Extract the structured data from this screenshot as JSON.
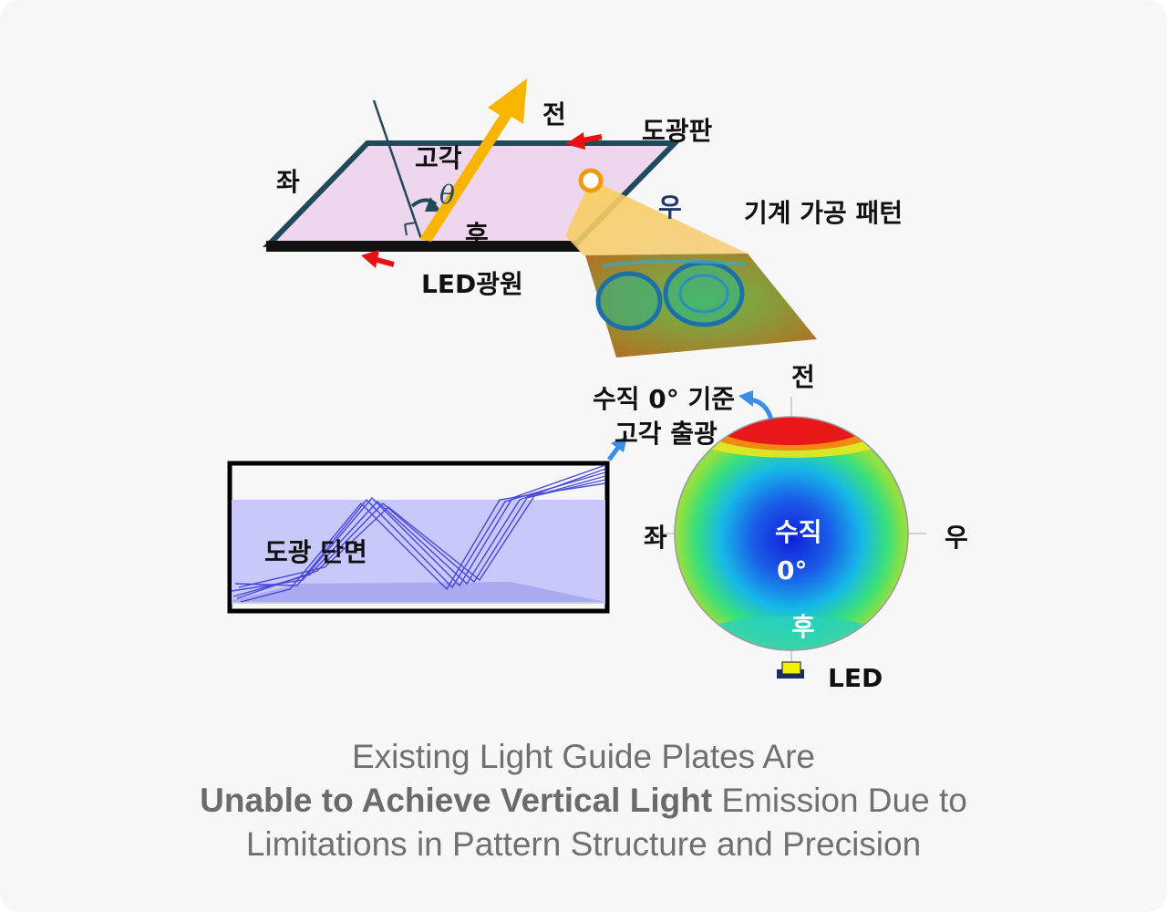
{
  "diagram": {
    "labels": {
      "front_top": "전",
      "light_guide_plate": "도광판",
      "high_angle": "고각",
      "theta": "θ",
      "left_top": "좌",
      "right_top": "우",
      "rear_top": "후",
      "mechanical_pattern": "기계 가공 패턴",
      "led_source": "LED광원",
      "vertical_ref_line1": "수직 0° 기준",
      "vertical_ref_line2": "고각 출광",
      "front_sphere": "전",
      "left_sphere": "좌",
      "right_sphere": "우",
      "rear_sphere": "후",
      "center_line1": "수직",
      "center_line2": "0°",
      "cross_section": "도광 단면",
      "led": "LED"
    },
    "colors": {
      "plate_fill": "#efd6ef",
      "plate_border": "#1f4a5c",
      "ray_arrow": "#f7b500",
      "red_arrow": "#e81010",
      "blue_arrow": "#3a8ee6",
      "section_fill": "#c8c8fb",
      "led_yellow": "#f2f200"
    }
  },
  "caption": {
    "line1": "Existing Light Guide Plates Are",
    "line2_bold": "Unable to Achieve Vertical Light",
    "line2_rest": " Emission Due to",
    "line3": "Limitations in Pattern Structure and Precision"
  }
}
